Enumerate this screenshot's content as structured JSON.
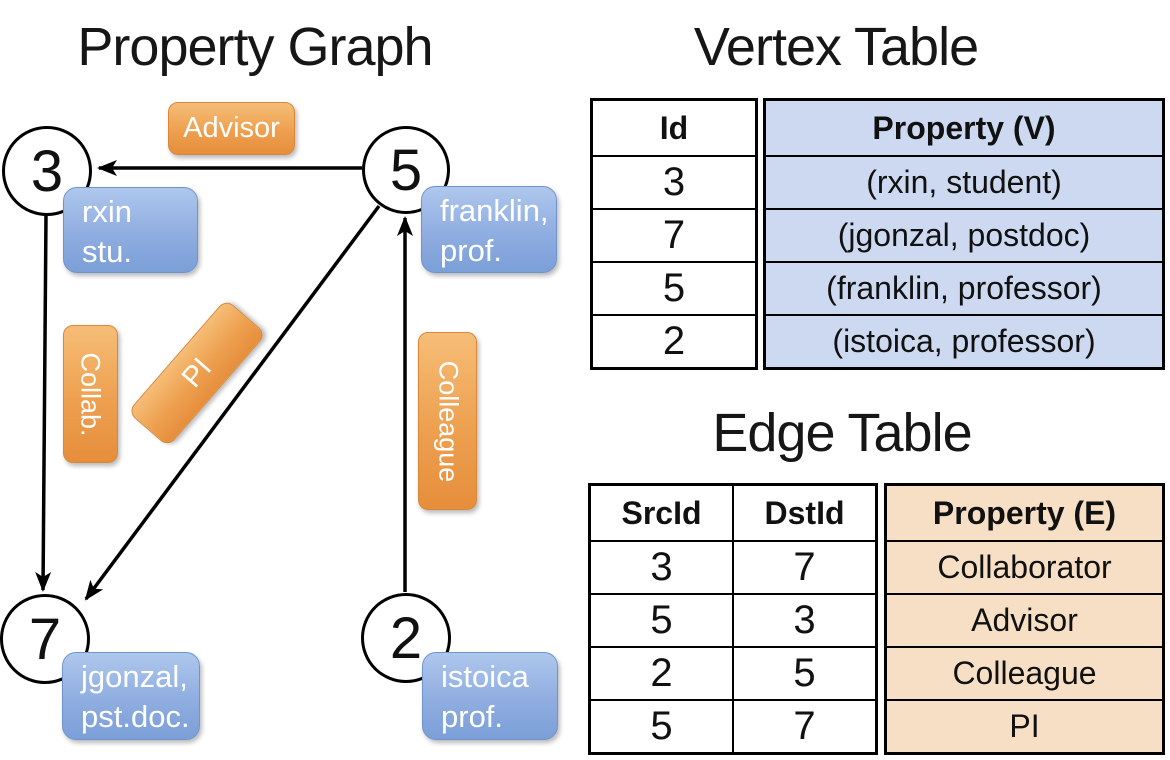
{
  "graph": {
    "title": "Property Graph",
    "vertices": [
      {
        "id": "3",
        "line1": "rxin",
        "line2": "stu."
      },
      {
        "id": "5",
        "line1": "franklin,",
        "line2": "prof."
      },
      {
        "id": "7",
        "line1": "jgonzal,",
        "line2": "pst.doc."
      },
      {
        "id": "2",
        "line1": "istoica",
        "line2": "prof."
      }
    ],
    "edges": [
      {
        "label": "Advisor",
        "src": "5",
        "dst": "3"
      },
      {
        "label": "Collab.",
        "src": "3",
        "dst": "7"
      },
      {
        "label": "PI",
        "src": "5",
        "dst": "7"
      },
      {
        "label": "Colleague",
        "src": "2",
        "dst": "5"
      }
    ]
  },
  "vertex_table": {
    "title": "Vertex Table",
    "headers": {
      "id": "Id",
      "property": "Property (V)"
    },
    "rows": [
      {
        "id": "3",
        "property": "(rxin, student)"
      },
      {
        "id": "7",
        "property": "(jgonzal, postdoc)"
      },
      {
        "id": "5",
        "property": "(franklin, professor)"
      },
      {
        "id": "2",
        "property": "(istoica, professor)"
      }
    ]
  },
  "edge_table": {
    "title": "Edge Table",
    "headers": {
      "src": "SrcId",
      "dst": "DstId",
      "property": "Property (E)"
    },
    "rows": [
      {
        "src": "3",
        "dst": "7",
        "property": "Collaborator"
      },
      {
        "src": "5",
        "dst": "3",
        "property": "Advisor"
      },
      {
        "src": "2",
        "dst": "5",
        "property": "Colleague"
      },
      {
        "src": "5",
        "dst": "7",
        "property": "PI"
      }
    ]
  },
  "colors": {
    "edge_label_orange_top": "#f6bd77",
    "edge_label_orange_bottom": "#e68e3c",
    "edge_label_border": "#d9873a",
    "vertex_box_blue_top": "#aec7ed",
    "vertex_box_blue_bottom": "#7b9fd8",
    "vertex_box_border": "#7193cd",
    "vertex_table_cell_fill": "#cdd9f0",
    "edge_table_cell_fill": "#f6dfc5",
    "line_color": "#000000",
    "text_on_boxes": "#ffffff"
  }
}
